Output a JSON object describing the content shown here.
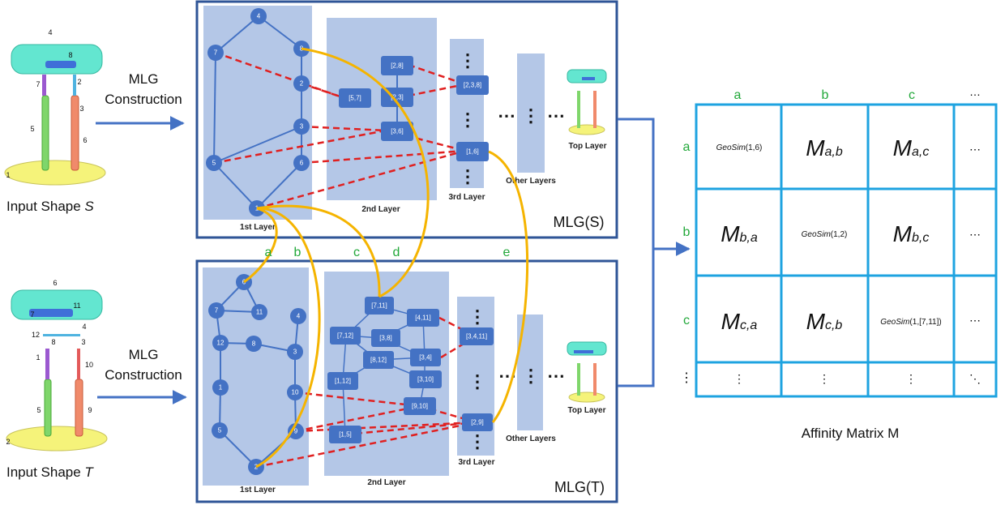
{
  "caption_S": "Input Shape ",
  "caption_S_italic": "S",
  "caption_T": "Input Shape ",
  "caption_T_italic": "T",
  "construction_line1": "MLG",
  "construction_line2": "Construction",
  "mlg_S": "MLG(S)",
  "mlg_T": "MLG(T)",
  "layer_labels": {
    "first": "1st Layer",
    "second": "2nd Layer",
    "third": "3rd Layer",
    "other": "Other Layers",
    "top": "Top Layer"
  },
  "ellipsis": "⋯",
  "vellipsis": "⋮",
  "dellipsis": "⋱",
  "match_labels": [
    "a",
    "b",
    "c",
    "d",
    "e"
  ],
  "graph_S": {
    "nodes": [
      "4",
      "7",
      "8",
      "2",
      "3",
      "5",
      "6",
      "1"
    ],
    "boxes2": [
      "[2,8]",
      "[5,7]",
      "[2,3]",
      "[3,6]"
    ],
    "boxes3": [
      "[2,3,8]",
      "[1,6]"
    ]
  },
  "graph_T": {
    "nodes": [
      "6",
      "7",
      "11",
      "4",
      "12",
      "8",
      "3",
      "1",
      "10",
      "5",
      "9",
      "2"
    ],
    "boxes2": [
      "[7,11]",
      "[4,11]",
      "[7,12]",
      "[3,8]",
      "[8,12]",
      "[3,4]",
      "[1,12]",
      "[3,10]",
      "[9,10]",
      "[1,5]"
    ],
    "boxes3": [
      "[3,4,11]",
      "[2,9]"
    ]
  },
  "shape_S_parts": [
    "4",
    "8",
    "7",
    "2",
    "3",
    "5",
    "6",
    "1"
  ],
  "shape_T_parts": [
    "6",
    "7",
    "11",
    "4",
    "12",
    "8",
    "3",
    "1",
    "10",
    "5",
    "9",
    "2"
  ],
  "matrix": {
    "title": "Affinity Matrix M",
    "col_headers": [
      "a",
      "b",
      "c",
      "…"
    ],
    "row_headers": [
      "a",
      "b",
      "c",
      "⋮"
    ],
    "cell_geosim_1_6": "GeoSim(1,6)",
    "cell_geosim_1_2": "GeoSim(1,2)",
    "cell_geosim_1_7_11": "GeoSim(1,[7,11])",
    "cell_M": "M",
    "subs": [
      "a,b",
      "a,c",
      "b,a",
      "b,c",
      "c,a",
      "c,b"
    ],
    "colors": {
      "border": "#1ea3e0",
      "header": "#22a83a"
    }
  },
  "colors": {
    "node": "#4472c4",
    "panel_border": "#2f5597",
    "layer_bg": "#b4c7e7",
    "red": "#e02020",
    "gold": "#f5b400",
    "arrow": "#4472c4"
  }
}
